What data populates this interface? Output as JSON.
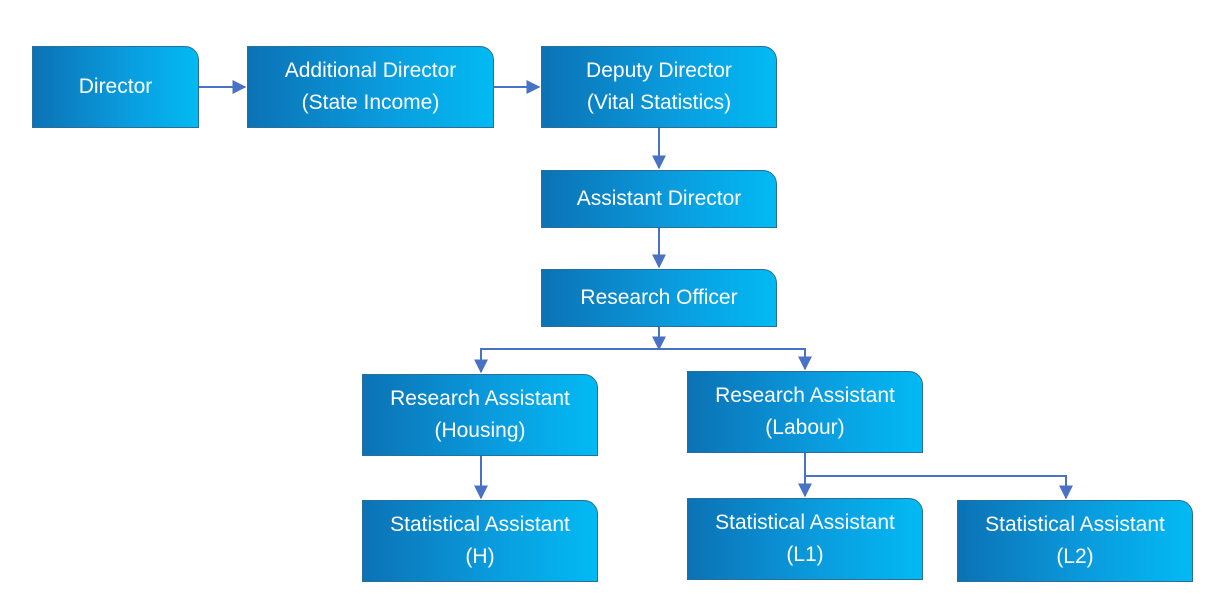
{
  "nodes": {
    "director": {
      "line1": "Director",
      "line2": ""
    },
    "additional_director": {
      "line1": "Additional Director",
      "line2": "(State Income)"
    },
    "deputy_director": {
      "line1": "Deputy Director",
      "line2": "(Vital Statistics)"
    },
    "assistant_director": {
      "line1": "Assistant Director",
      "line2": ""
    },
    "research_officer": {
      "line1": "Research Officer",
      "line2": ""
    },
    "research_assistant_housing": {
      "line1": "Research Assistant",
      "line2": "(Housing)"
    },
    "research_assistant_labour": {
      "line1": "Research Assistant",
      "line2": "(Labour)"
    },
    "statistical_assistant_h": {
      "line1": "Statistical Assistant",
      "line2": "(H)"
    },
    "statistical_assistant_l1": {
      "line1": "Statistical Assistant",
      "line2": "(L1)"
    },
    "statistical_assistant_l2": {
      "line1": "Statistical Assistant",
      "line2": "(L2)"
    }
  },
  "colors": {
    "box_start": "#0b72b5",
    "box_end": "#02baf3",
    "connector": "#4a72c4",
    "text": "#ffffff"
  }
}
